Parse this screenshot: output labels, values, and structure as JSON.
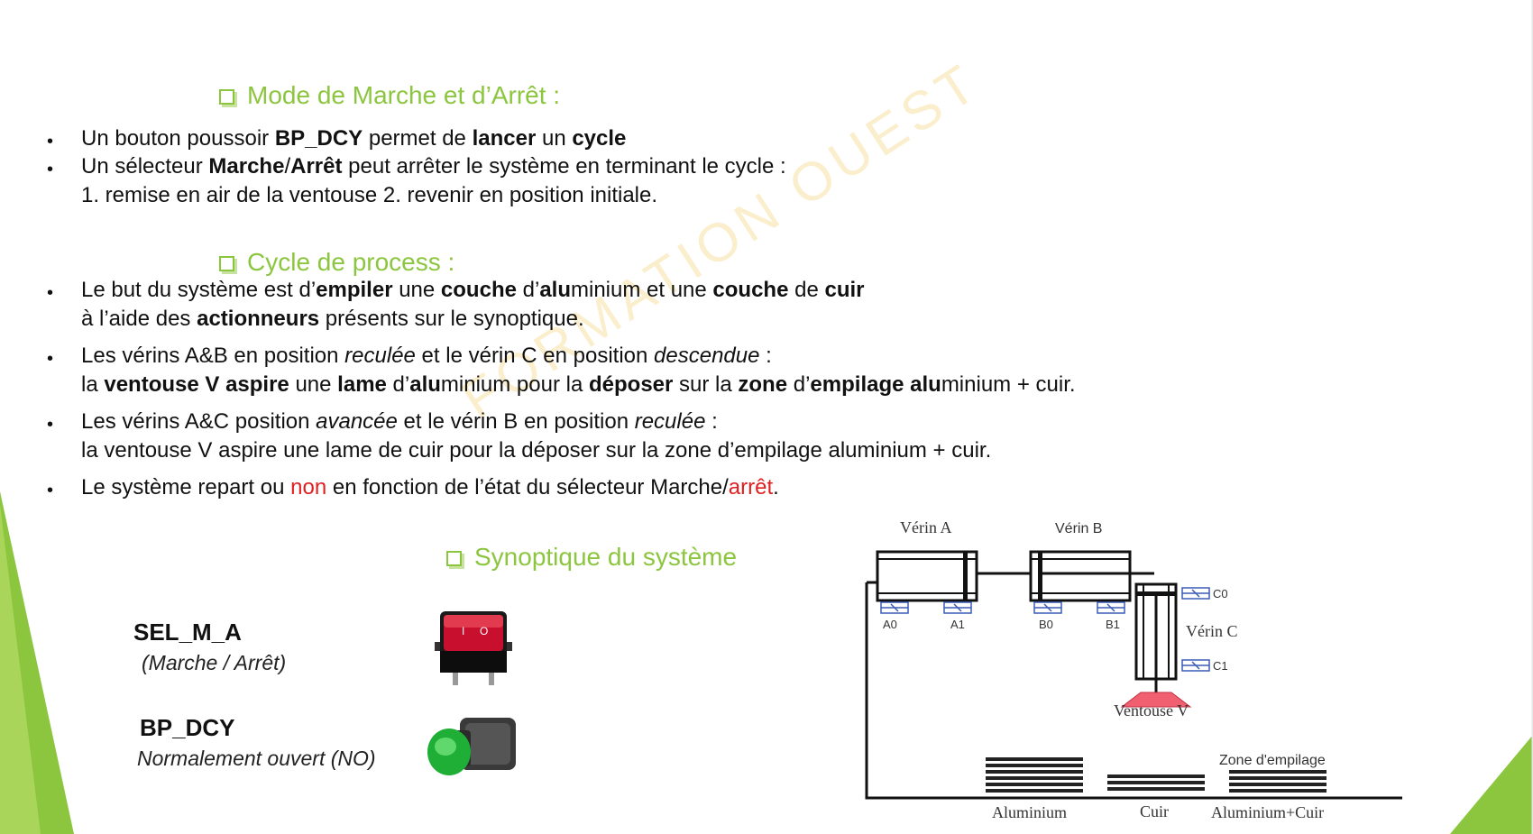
{
  "colors": {
    "accent_green": "#8cc63f",
    "highlight_red": "#e02020",
    "ventouse_pink": "#f06070"
  },
  "section1": {
    "title": "Mode de Marche et d’Arrêt :",
    "b1": [
      "Un bouton poussoir ",
      "BP_DCY",
      " permet de ",
      "lancer",
      " un ",
      "cycle"
    ],
    "b2": [
      "Un sélecteur ",
      "Marche",
      "/",
      "Arrêt",
      " peut arrêter le système en terminant le cycle :"
    ],
    "b2_cont": "1. remise en air de la ventouse  2. revenir en position initiale."
  },
  "section2": {
    "title": "Cycle de process :",
    "b1": [
      "Le but du système est d’",
      "empiler",
      " une ",
      "couche",
      " d’",
      "alu",
      "minium et une ",
      "couche",
      " de ",
      "cuir"
    ],
    "b1_cont": [
      "à l’aide des ",
      "actionneurs",
      " présents sur le synoptique."
    ],
    "b2": [
      "Les vérins A&B en position ",
      "reculée",
      " et le vérin C en position ",
      "descendue",
      " :"
    ],
    "b2_cont": [
      "la ",
      "ventouse V aspire",
      " une ",
      "lame",
      " d’",
      "alu",
      "minium pour la ",
      "déposer",
      " sur la ",
      "zone",
      " d’",
      "empilage alu",
      "minium + cuir."
    ],
    "b3": [
      "Les vérins A&C position ",
      "avancée",
      " et le vérin B en position ",
      "reculée",
      " :"
    ],
    "b3_cont": "la ventouse V aspire une lame de cuir pour la déposer sur la zone d’empilage aluminium + cuir.",
    "b4": [
      "Le système repart ou ",
      "non",
      " en fonction de l’état du sélecteur Marche/",
      "arrêt",
      "."
    ]
  },
  "section3": {
    "title": "Synoptique du système"
  },
  "watermark": "FORMATION OUEST",
  "devices": {
    "sel_name": "SEL_M_A",
    "sel_desc": "(Marche / Arrêt)",
    "bp_name": "BP_DCY",
    "bp_desc": "Normalement ouvert (NO)",
    "switch_marks": [
      "I",
      "O"
    ]
  },
  "diagram": {
    "verin_a": "Vérin A",
    "verin_b": "Vérin B",
    "verin_c": "Vérin C",
    "a0": "A0",
    "a1": "A1",
    "b0": "B0",
    "b1": "B1",
    "c0": "C0",
    "c1": "C1",
    "ventouse": "Ventouse V",
    "zone": "Zone d'empilage",
    "aluminium": "Aluminium",
    "cuir": "Cuir",
    "alu_cuir": "Aluminium+Cuir"
  }
}
